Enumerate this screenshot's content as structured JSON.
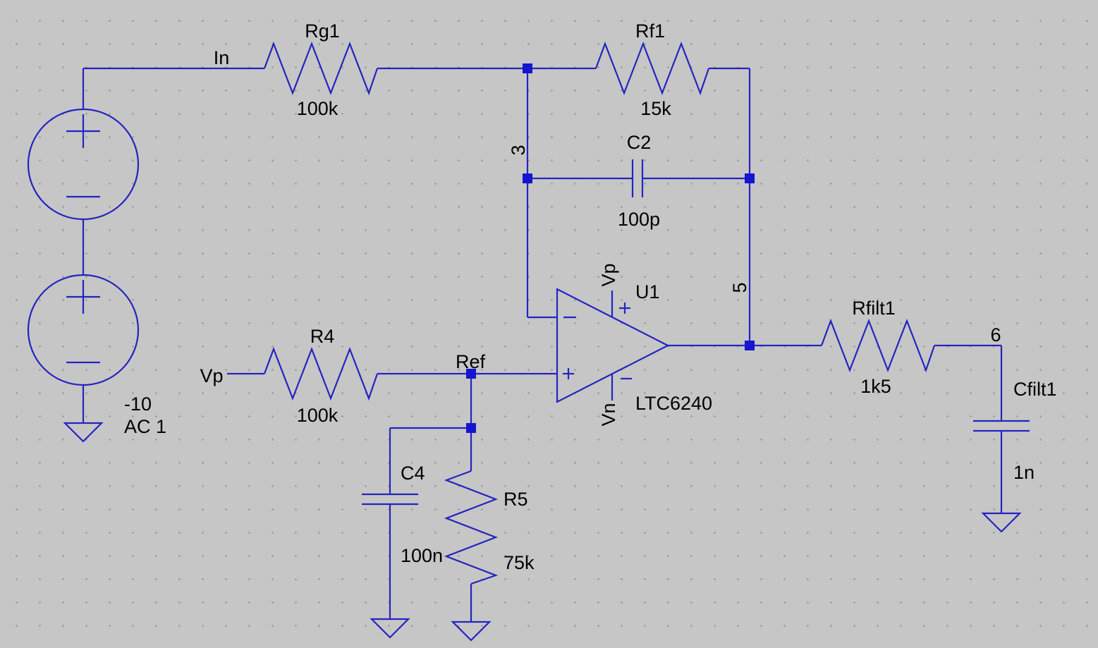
{
  "schematic": {
    "nets": {
      "in": "In",
      "vp": "Vp",
      "ref": "Ref",
      "node3": "3",
      "node5": "5",
      "node6": "6"
    },
    "components": {
      "rg1": {
        "name": "Rg1",
        "value": "100k"
      },
      "rf1": {
        "name": "Rf1",
        "value": "15k"
      },
      "c2": {
        "name": "C2",
        "value": "100p"
      },
      "r4": {
        "name": "R4",
        "value": "100k"
      },
      "c4": {
        "name": "C4",
        "value": "100n"
      },
      "r5": {
        "name": "R5",
        "value": "75k"
      },
      "rfilt1": {
        "name": "Rfilt1",
        "value": "1k5"
      },
      "cfilt1": {
        "name": "Cfilt1",
        "value": "1n"
      },
      "opamp": {
        "name": "U1",
        "part": "LTC6240",
        "vplus": "Vp",
        "vminus": "Vn"
      },
      "vsource": {
        "value": "-10",
        "spec": "AC 1"
      }
    },
    "colors": {
      "background": "#c6c6c6",
      "grid_dot": "#9a9a9a",
      "wire": "#2424c1",
      "junction": "#1515d0",
      "text": "#000000"
    }
  }
}
